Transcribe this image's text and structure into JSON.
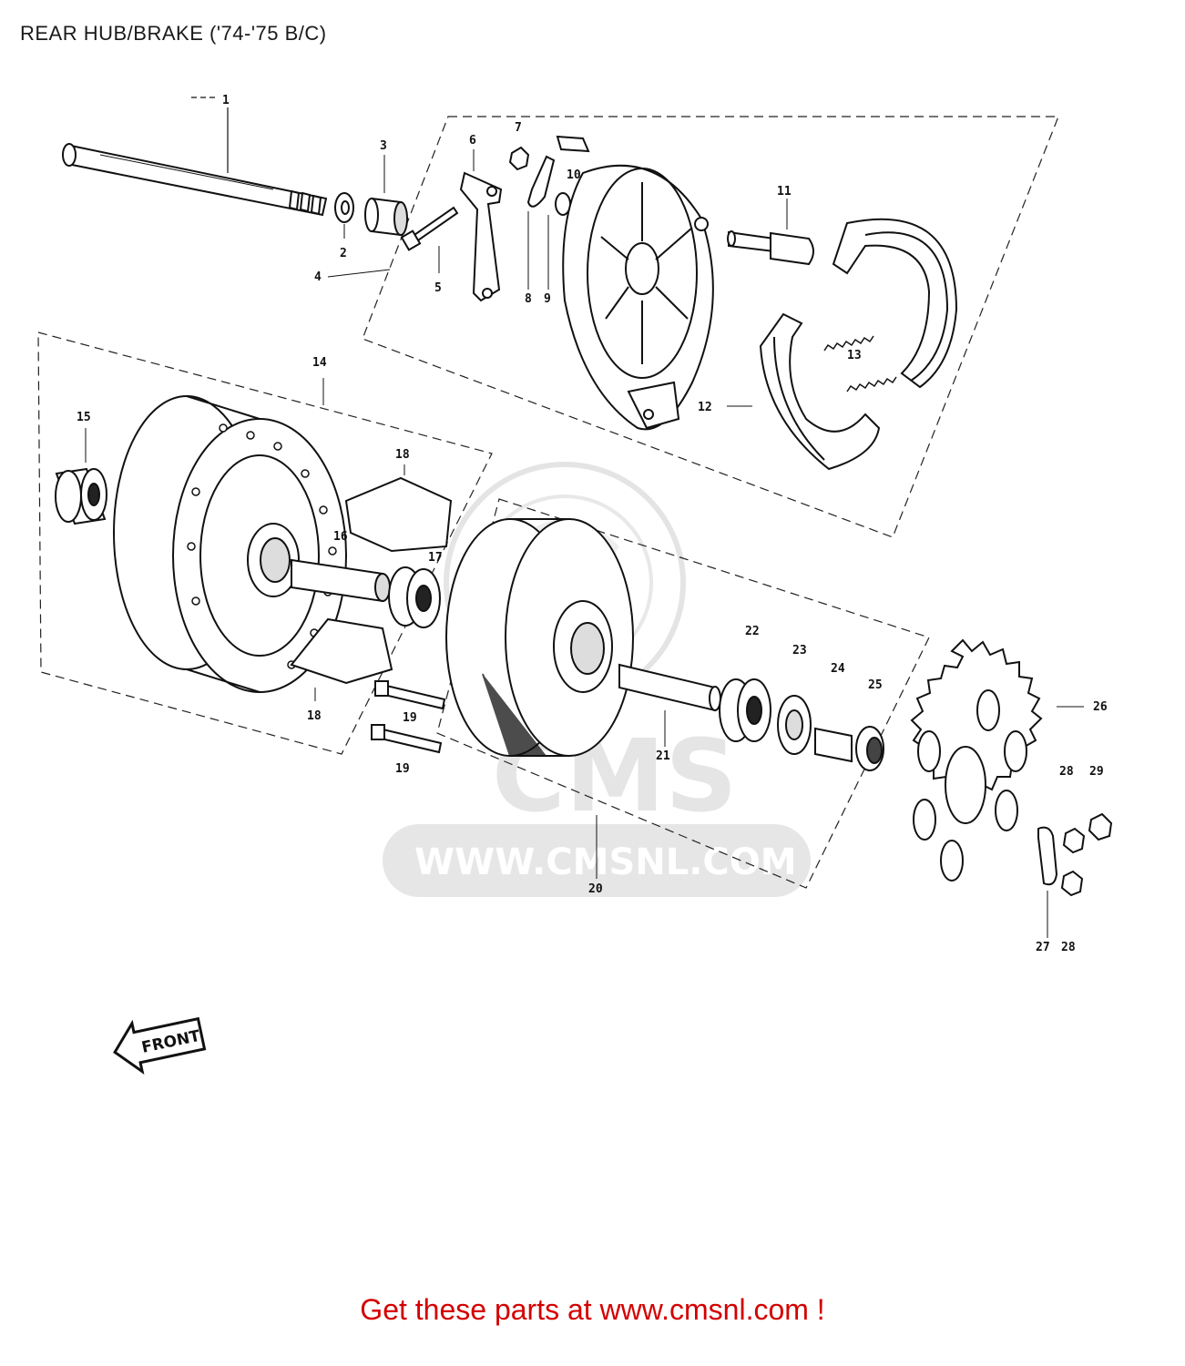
{
  "page": {
    "title": "REAR HUB/BRAKE ('74-'75 B/C)",
    "footer": "Get these parts at www.cmsnl.com !"
  },
  "watermark": {
    "brand": "CMS",
    "url": "WWW.CMSNL.COM"
  },
  "direction_arrow": {
    "label": "FRONT"
  },
  "callouts": {
    "c1": "1",
    "c2": "2",
    "c3": "3",
    "c4": "4",
    "c5": "5",
    "c6": "6",
    "c7": "7",
    "c8": "8",
    "c9": "9",
    "c10": "10",
    "c11": "11",
    "c12": "12",
    "c13": "13",
    "c14": "14",
    "c15": "15",
    "c16": "16",
    "c17": "17",
    "c18a": "18",
    "c18b": "18",
    "c19a": "19",
    "c19b": "19",
    "c20": "20",
    "c21": "21",
    "c22": "22",
    "c23": "23",
    "c24": "24",
    "c25": "25",
    "c26": "26",
    "c27": "27",
    "c28a": "28",
    "c28b": "28",
    "c29": "29"
  },
  "colors": {
    "footer": "#d40000",
    "lines": "#111111",
    "watermark": "#d9d9d9"
  }
}
